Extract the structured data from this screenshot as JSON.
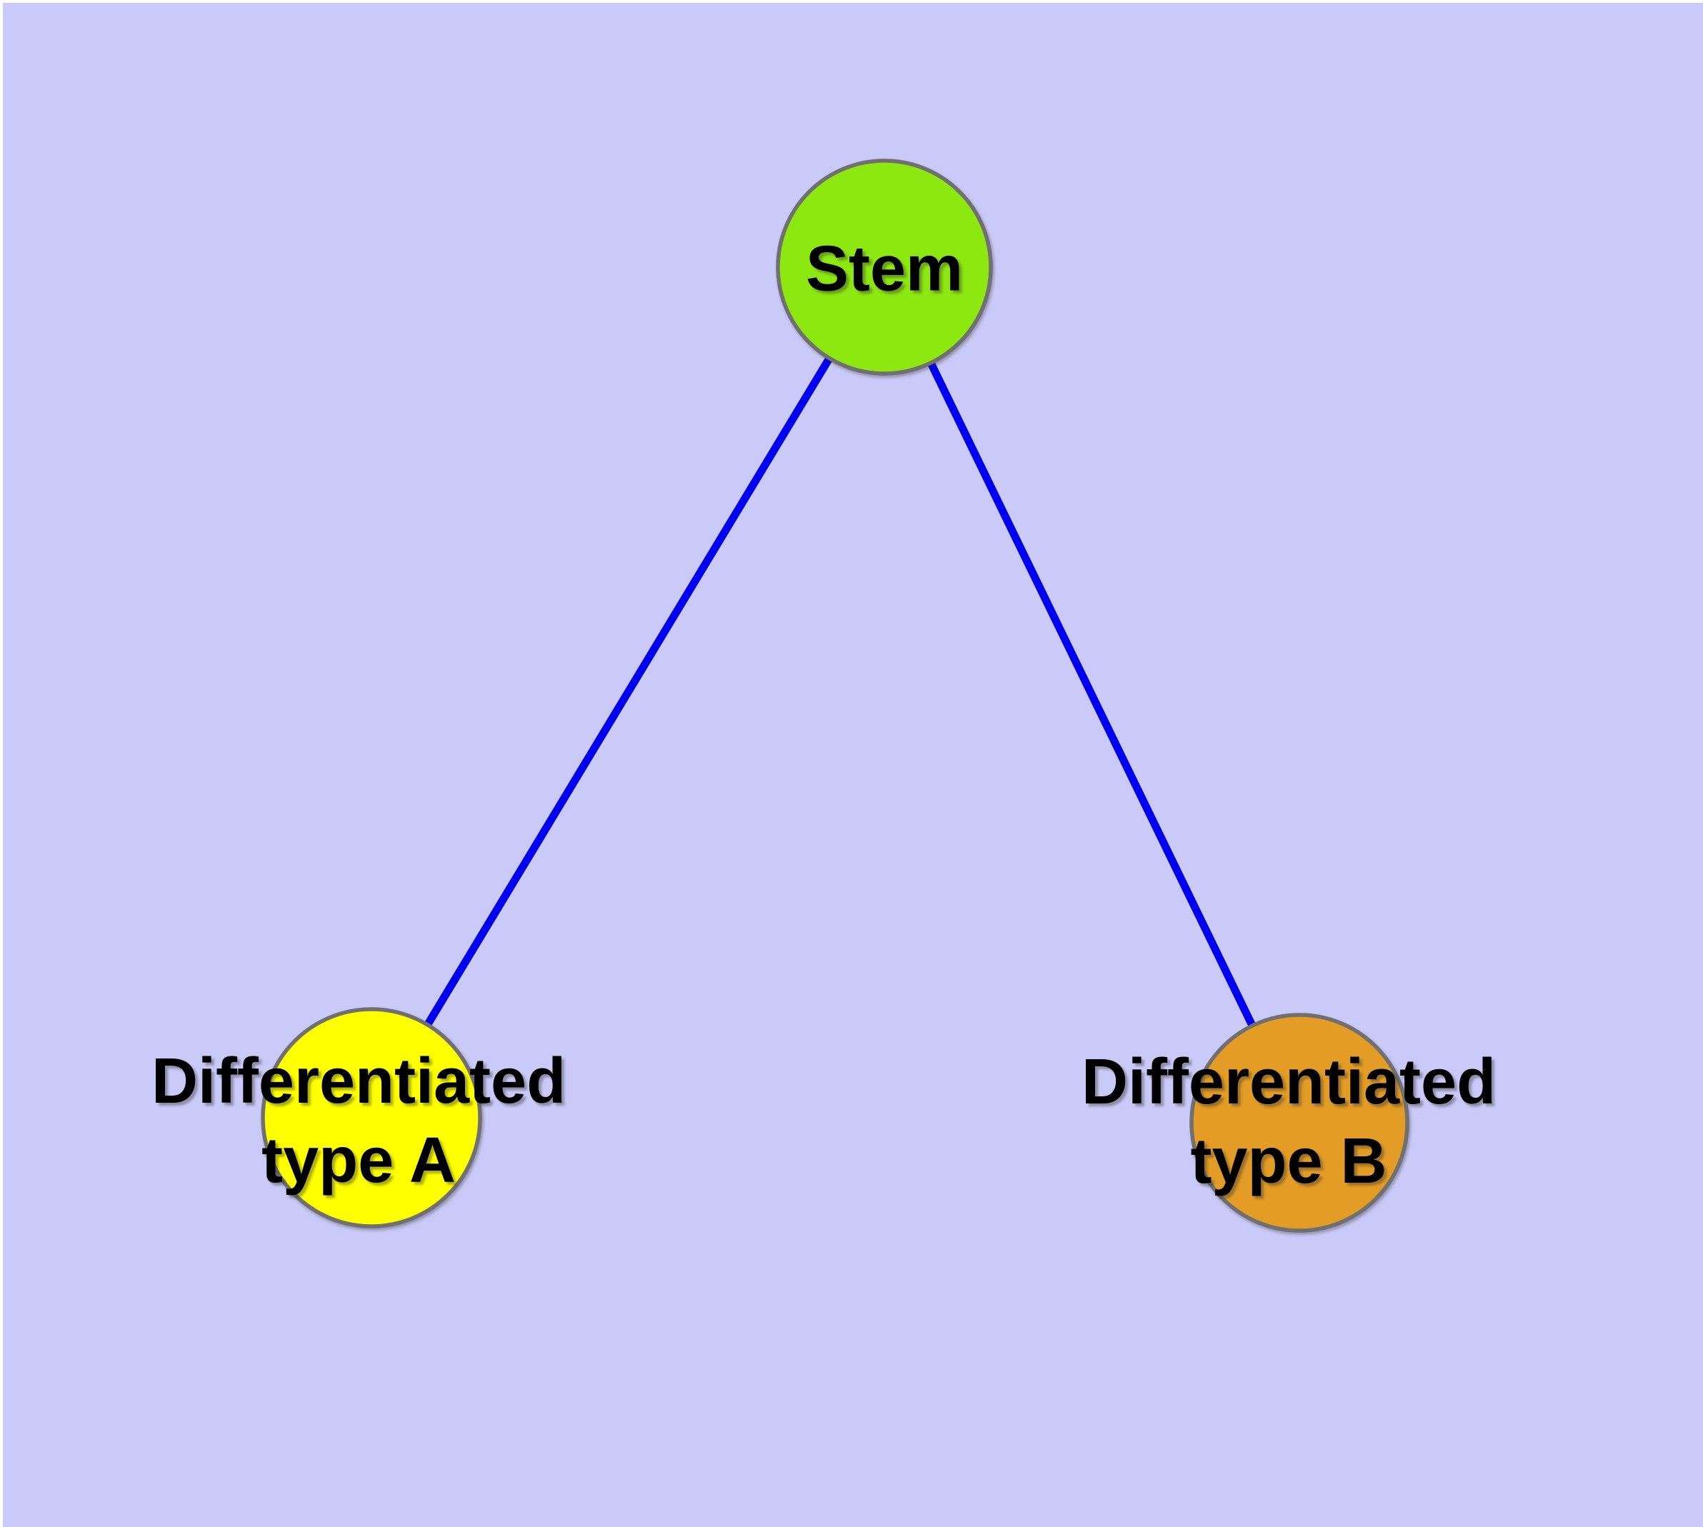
{
  "canvas": {
    "background_color": "#CACAF8",
    "frame_color": "#FFFFFF"
  },
  "graph": {
    "edge_color": "#0000EE",
    "edge_width": "11",
    "node_border_color": "#707070",
    "node_border_width": "5.5",
    "nodes": [
      {
        "id": "stem",
        "label": "Stem",
        "label_lines": [
          "Stem"
        ],
        "fill": "#8DE711"
      },
      {
        "id": "type-a",
        "label": "Differentiated type A",
        "label_lines": [
          "Differentiated",
          "type A"
        ],
        "fill": "#FFFF00"
      },
      {
        "id": "type-b",
        "label": "Differentiated type B",
        "label_lines": [
          "Differentiated",
          "type B"
        ],
        "fill": "#E39C25"
      }
    ],
    "edges": [
      {
        "from": "Stem",
        "to": "Differentiated type A"
      },
      {
        "from": "Stem",
        "to": "Differentiated type B"
      }
    ]
  }
}
